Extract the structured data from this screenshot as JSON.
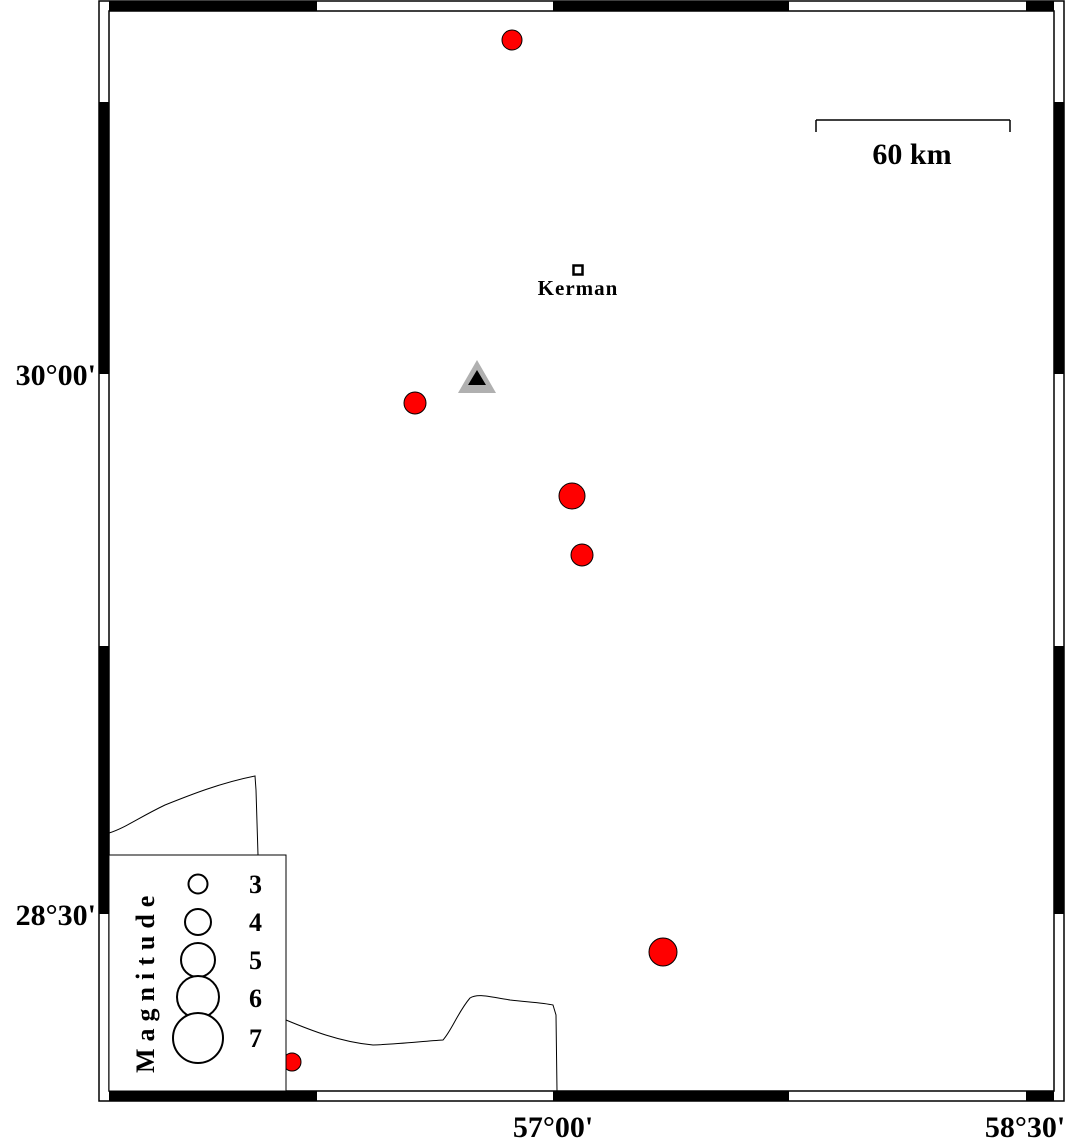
{
  "map": {
    "axes": {
      "bottom_labels": [
        "57°00'",
        "58°30'"
      ],
      "left_labels": [
        "30°00'",
        "28°30'"
      ]
    },
    "scale_bar": {
      "label": "60 km"
    },
    "city": {
      "name": "Kerman"
    },
    "station": {
      "icon": "triangle-icon",
      "color": "#b0b0b0",
      "inner_color": "#000000"
    },
    "event_color": "#ff0000",
    "legend": {
      "title": "Magnitude",
      "entries": [
        {
          "magnitude": "3"
        },
        {
          "magnitude": "4"
        },
        {
          "magnitude": "5"
        },
        {
          "magnitude": "6"
        },
        {
          "magnitude": "7"
        }
      ]
    }
  }
}
